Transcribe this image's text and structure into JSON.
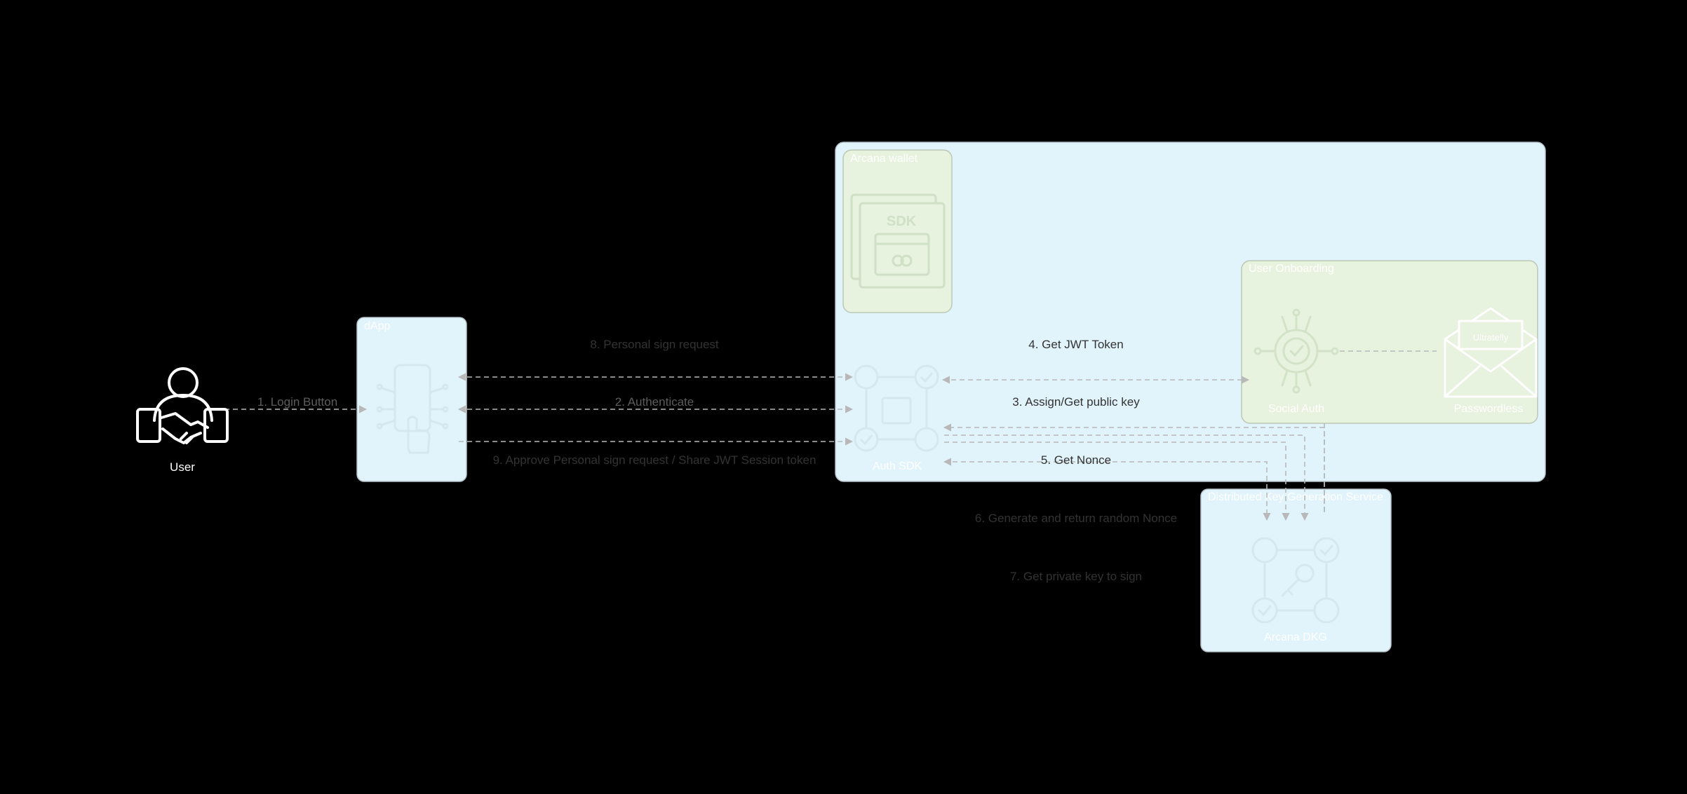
{
  "colors": {
    "background": "#000000",
    "panel_fill": "#e1f3fb",
    "panel_stroke": "#b8c4cc",
    "group_fill": "#e7f2df",
    "group_stroke": "#bcc8b4",
    "edge": "#b8b8b8",
    "label_dark": "#333333",
    "label_muted": "#5c5c5c",
    "icon_white": "#ffffff",
    "icon_faint": "#d5e7ef"
  },
  "actors": {
    "user": {
      "label": "User"
    }
  },
  "containers": {
    "dapp": {
      "label": "dApp"
    },
    "arcana_wallet": {
      "label": "Arcana wallet"
    },
    "user_onboarding": {
      "label": "User Onboarding"
    },
    "dkg_service": {
      "label": "Distributed Key Generation Service"
    }
  },
  "nodes": {
    "auth_sdk": {
      "label": "Auth SDK"
    },
    "social_auth": {
      "label": "Social Auth"
    },
    "passwordless": {
      "label": "Passwordless"
    },
    "arcana_dkg": {
      "label": "Arcana DKG"
    },
    "sdk_badge": {
      "label": "SDK"
    },
    "mail_badge": {
      "label": "Ultratelly"
    }
  },
  "edges": {
    "e1": {
      "label": "1. Login Button"
    },
    "e2": {
      "label": "2. Authenticate"
    },
    "e3": {
      "label": "3. Assign/Get public key"
    },
    "e4": {
      "label": "4. Get JWT Token"
    },
    "e5": {
      "label": "5. Get Nonce"
    },
    "e6": {
      "label": "6. Generate and return random Nonce"
    },
    "e7": {
      "label": "7. Get private key to sign"
    },
    "e8": {
      "label": "8. Personal sign request"
    },
    "e9": {
      "label": "9. Approve Personal sign request / Share JWT Session token"
    }
  }
}
